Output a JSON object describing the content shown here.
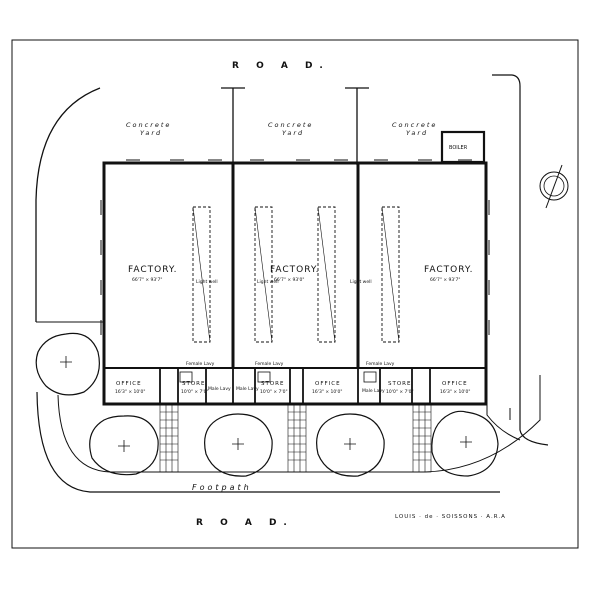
{
  "labels": {
    "road_top": "R O A D.",
    "road_bottom": "R O A D.",
    "footpath": "Footpath",
    "boiler": "BOILER",
    "signature": "LOUIS · de · SOISSONS · A.R.A"
  },
  "yards": [
    {
      "line1": "Concrete",
      "line2": "Yard"
    },
    {
      "line1": "Concrete",
      "line2": "Yard"
    },
    {
      "line1": "Concrete",
      "line2": "Yard"
    }
  ],
  "factories": [
    {
      "label": "FACTORY.",
      "dims": "66'7\" × 93'7\"",
      "light_well": "Light well"
    },
    {
      "label": "FACTORY.",
      "dims": "66'7\" × 93'0\"",
      "light_well": "Light well"
    },
    {
      "label": "FACTORY.",
      "dims": "66'7\" × 93'7\"",
      "light_well": "Light well"
    }
  ],
  "units": [
    {
      "office": "OFFICE",
      "office_dims": "16'3\" × 10'0\"",
      "store": "STORE",
      "store_dims": "10'0\" × 7'0\"",
      "lavatory": "Female Lavy",
      "male": "Male Lavy"
    },
    {
      "office": "OFFICE",
      "office_dims": "16'3\" × 10'0\"",
      "store": "STORE",
      "store_dims": "10'0\" × 7'0\"",
      "lavatory": "Female Lavy",
      "male": "Male Lavy"
    },
    {
      "office": "OFFICE",
      "office_dims": "16'3\" × 10'0\"",
      "store": "STORE",
      "store_dims": "10'0\" × 7'0\"",
      "lavatory": "Female Lavy",
      "male": "Male Lavy"
    }
  ]
}
